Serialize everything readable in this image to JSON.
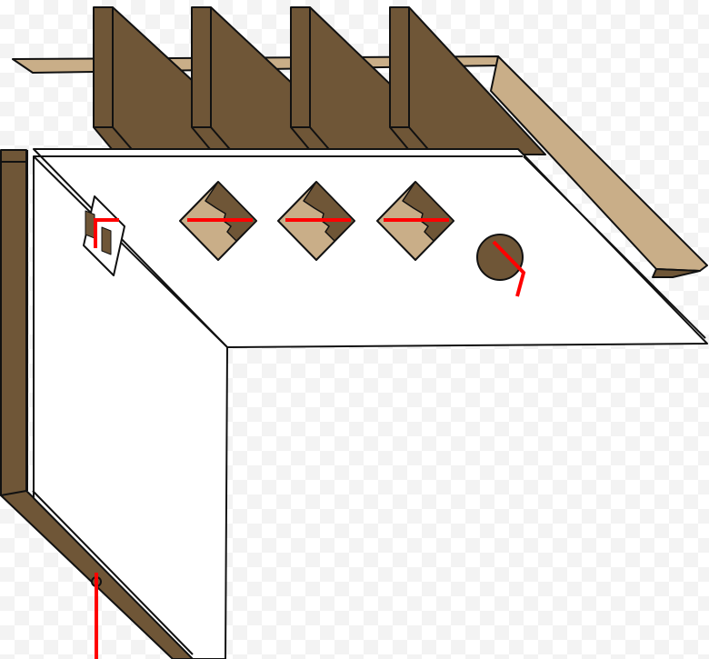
{
  "colors": {
    "wood_dark": "#6f5637",
    "wood_light": "#c9ae88",
    "panel": "#ffffff",
    "outline": "#111111",
    "marker": "#ff0000"
  },
  "icons": [
    "joist",
    "sill-plate",
    "wall-stud",
    "ceiling-panel",
    "diamond-cutout",
    "round-cutout",
    "corner-bracket"
  ]
}
